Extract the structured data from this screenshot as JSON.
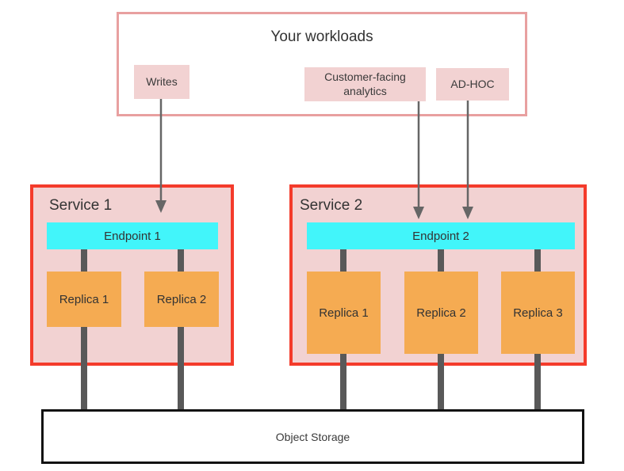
{
  "diagram": {
    "workloads": {
      "title": "Your workloads",
      "items": [
        {
          "label": "Writes"
        },
        {
          "label": "Customer-facing analytics"
        },
        {
          "label": "AD-HOC"
        }
      ]
    },
    "services": [
      {
        "title": "Service 1",
        "endpoint": "Endpoint 1",
        "replicas": [
          "Replica 1",
          "Replica 2"
        ]
      },
      {
        "title": "Service 2",
        "endpoint": "Endpoint 2",
        "replicas": [
          "Replica 1",
          "Replica 2",
          "Replica 3"
        ]
      }
    ],
    "storage": {
      "label": "Object Storage"
    }
  },
  "colors": {
    "workloads_border": "#e8a0a0",
    "pink_fill": "#f2d2d2",
    "service_border": "#f43b2b",
    "service_fill": "#f2d2d2",
    "endpoint_fill": "#42f5fa",
    "replica_fill": "#f5ab52",
    "connector_gray": "#595959",
    "arrow_gray": "#666666",
    "storage_border": "#121212",
    "text_color": "#3a3a3a"
  }
}
